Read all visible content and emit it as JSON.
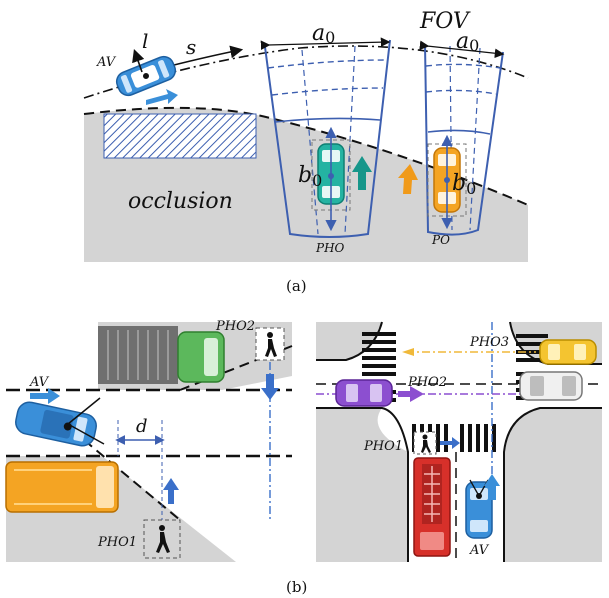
{
  "panel_a": {
    "caption": "(a)",
    "av_label": "AV",
    "l_label": "l",
    "s_label": "s",
    "fov_label": "FOV",
    "a0_label_1": "a",
    "a0_sub_1": "0",
    "a0_label_2": "a",
    "a0_sub_2": "0",
    "b0_label_1": "b",
    "b0_sub_1": "0",
    "b0_label_2": "b",
    "b0_sub_2": "0",
    "occlusion_label": "occlusion",
    "pho_label": "PHO",
    "po_label": "PO"
  },
  "panel_b": {
    "caption": "(b)",
    "left": {
      "av_label": "AV",
      "d_label": "d",
      "pho1_label": "PHO1",
      "pho2_label": "PHO2"
    },
    "right": {
      "pho1_label": "PHO1",
      "pho2_label": "PHO2",
      "pho3_label": "PHO3",
      "av_label": "AV"
    }
  },
  "colors": {
    "occlusion_gray": "#d4d4d4",
    "fov_blue": "#3d5fb0",
    "arrow_blue": "#3a8fd9",
    "teal": "#16968a",
    "orange": "#f09a1a",
    "purple": "#8c4fd0",
    "yellow_dash": "#f0b93a",
    "truck_green": "#5cb85c",
    "bus_orange": "#f4a423",
    "fire_red": "#d7302a"
  }
}
